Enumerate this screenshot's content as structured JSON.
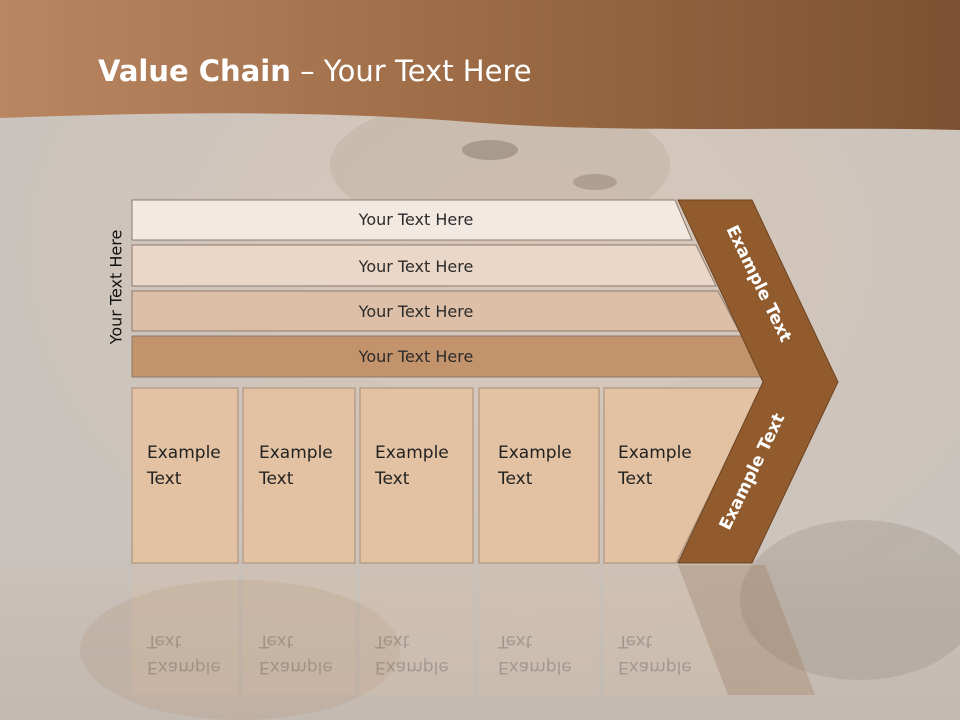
{
  "title": {
    "bold": "Value Chain",
    "rest": " – Your Text Here"
  },
  "side_label": "Your Text Here",
  "rows": [
    {
      "label": "Your Text Here",
      "fill": "#f3e9e3"
    },
    {
      "label": "Your Text Here",
      "fill": "#ead7c8"
    },
    {
      "label": "Your Text Here",
      "fill": "#dcbfa6"
    },
    {
      "label": "Your Text Here",
      "fill": "#c3936c"
    }
  ],
  "columns": [
    {
      "line1": "Example",
      "line2": "Text"
    },
    {
      "line1": "Example",
      "line2": "Text"
    },
    {
      "line1": "Example",
      "line2": "Text"
    },
    {
      "line1": "Example",
      "line2": "Text"
    },
    {
      "line1": "Example",
      "line2": "Text"
    }
  ],
  "arrow_labels": {
    "top": "Example Text",
    "bottom": "Example Text"
  },
  "colors": {
    "header": "#a8714a",
    "arrow": "#915b2e",
    "column": "#e3c2a3"
  }
}
